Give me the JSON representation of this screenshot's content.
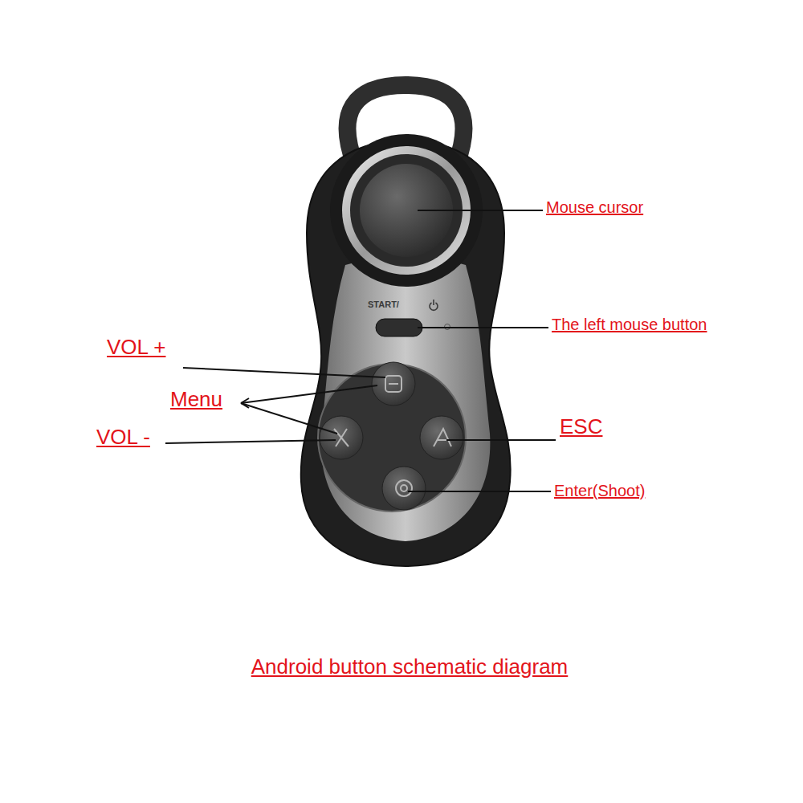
{
  "diagram": {
    "caption": "Android button schematic diagram",
    "labels": [
      "Mouse cursor",
      "START/",
      "The left mouse button",
      "VOL +",
      "Menu",
      "VOL -",
      "ESC",
      "Enter(Shoot)"
    ]
  }
}
